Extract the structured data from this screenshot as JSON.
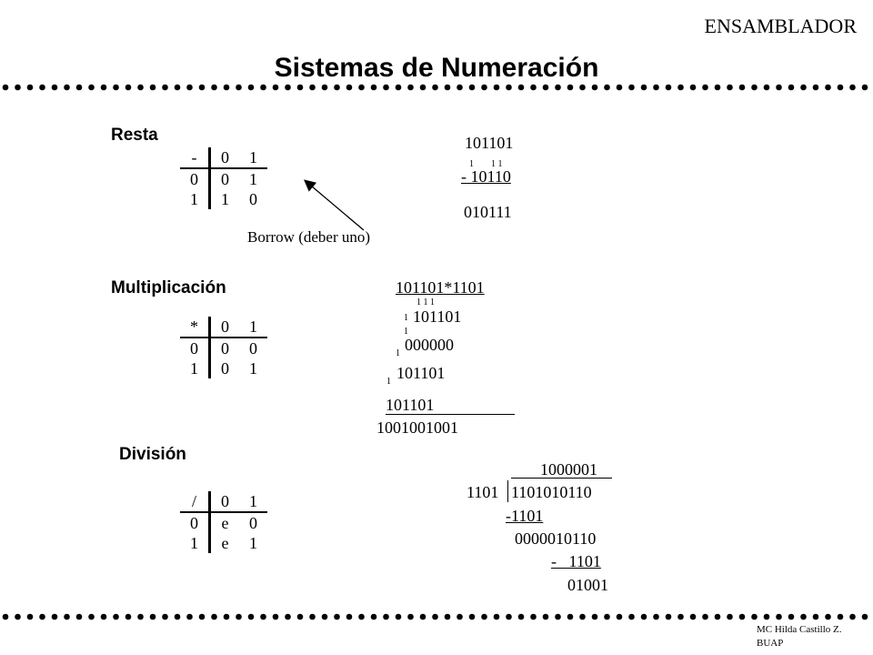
{
  "header": {
    "tag": "ENSAMBLADOR",
    "title": "Sistemas de Numeración"
  },
  "resta": {
    "label": "Resta",
    "table": [
      [
        "-",
        "0",
        "1"
      ],
      [
        "0",
        "0",
        "1"
      ],
      [
        "1",
        "1",
        "0"
      ]
    ],
    "note": "Borrow (deber uno)",
    "minuend": "101101",
    "borrows": [
      "1",
      "1 1"
    ],
    "subtrahend": "- 10110",
    "result": "010111"
  },
  "multiplicacion": {
    "label": "Multiplicación",
    "table": [
      [
        "*",
        "0",
        "1"
      ],
      [
        "0",
        "0",
        "0"
      ],
      [
        "1",
        "0",
        "1"
      ]
    ],
    "expression": "101101*1101",
    "carries": [
      "1 1 1",
      "1",
      "1",
      "1",
      "1"
    ],
    "partials": [
      "101101",
      "000000",
      "101101",
      "101101"
    ],
    "result": "1001001001"
  },
  "division": {
    "label": "División",
    "table": [
      [
        "/",
        "0",
        "1"
      ],
      [
        "0",
        "e",
        "0"
      ],
      [
        "1",
        "e",
        "1"
      ]
    ],
    "quotient": "1000001",
    "divisor": "1101",
    "dividend": "1101010110",
    "step1": "-1101",
    "remainder1": "0000010110",
    "step2": "-   1101",
    "remainder2": "01001"
  },
  "footer": {
    "line1": "MC Hilda Castillo Z.",
    "line2": "BUAP"
  }
}
